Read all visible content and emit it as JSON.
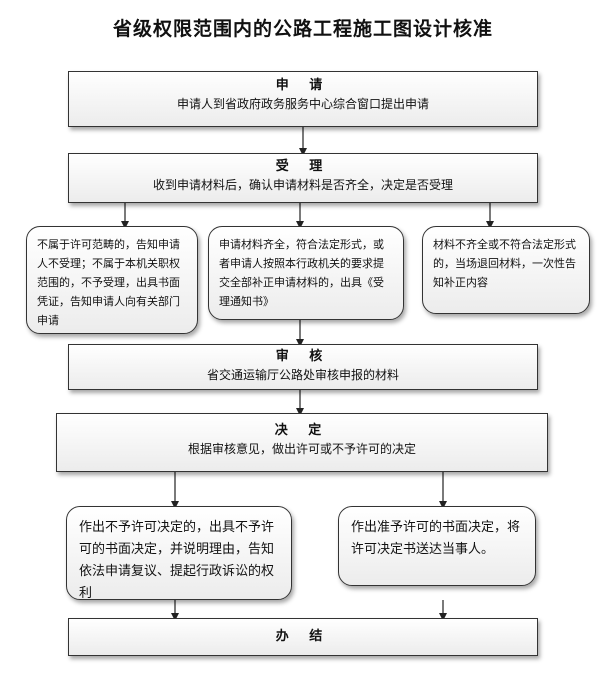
{
  "title": "省级权限范围内的公路工程施工图设计核准",
  "steps": {
    "apply": {
      "head": "申 请",
      "body": "申请人到省政府政务服务中心综合窗口提出申请"
    },
    "accept": {
      "head": "受 理",
      "body": "收到申请材料后，确认申请材料是否齐全，决定是否受理"
    },
    "reject_scope": "不属于许可范畴的，告知申请人不受理；不属于本机关职权范围的，不予受理，出具书面凭证，告知申请人向有关部门申请",
    "accepted": "申请材料齐全，符合法定形式，或者申请人按照本行政机关的要求提交全部补正申请材料的，出具《受理通知书》",
    "incomplete": "材料不齐全或不符合法定形式的，当场退回材料，一次性告知补正内容",
    "review": {
      "head": "审 核",
      "body": "省交通运输厅公路处审核申报的材料"
    },
    "decide": {
      "head": "决 定",
      "body": "根据审核意见，做出许可或不予许可的决定"
    },
    "deny": "作出不予许可决定的，出具不予许可的书面决定，并说明理由，告知依法申请复议、提起行政诉讼的权利",
    "grant": "作出准予许可的书面决定，将许可决定书送达当事人。",
    "finish": {
      "head": "办 结"
    }
  }
}
